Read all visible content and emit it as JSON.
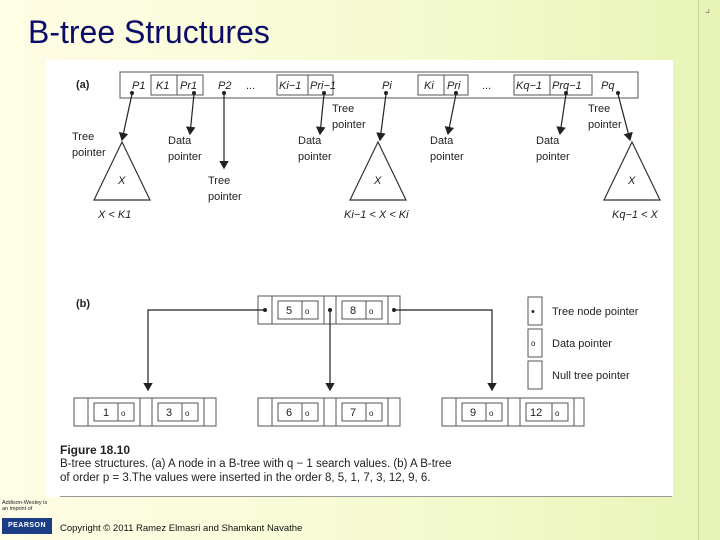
{
  "slide": {
    "title": "B-tree Structures",
    "copyright": "Copyright © 2011 Ramez Elmasri and Shamkant Navathe",
    "publisher_logo_text": "Addison-Wesley is an imprint of",
    "publisher_brand": "PEARSON"
  },
  "figure": {
    "part_a_label": "(a)",
    "part_b_label": "(b)",
    "node_a_fields": [
      "P1",
      "K1",
      "Pr1",
      "P2",
      "...",
      "Ki−1",
      "Pri−1",
      "Pi",
      "Ki",
      "Pri",
      "...",
      "Kq−1",
      "Prq−1",
      "Pq"
    ],
    "annotations": {
      "tree_pointer": [
        "Tree",
        "pointer"
      ],
      "data_pointer": [
        "Data",
        "pointer"
      ]
    },
    "subtrees": [
      {
        "symbol": "X",
        "condition": "X < K1"
      },
      {
        "symbol": "X",
        "condition": "Ki−1 < X < Ki"
      },
      {
        "symbol": "X",
        "condition": "Kq−1 < X"
      }
    ],
    "tree_b": {
      "root_keys": [
        "5",
        "8"
      ],
      "leaves": [
        [
          "1",
          "3"
        ],
        [
          "6",
          "7"
        ],
        [
          "9",
          "12"
        ]
      ],
      "data_pointer_symbol": "o"
    },
    "legend": [
      {
        "symbol": "•",
        "label": "Tree node pointer"
      },
      {
        "symbol": "o",
        "label": "Data pointer"
      },
      {
        "symbol": "",
        "label": "Null tree pointer"
      }
    ],
    "caption": {
      "number": "Figure 18.10",
      "text_line1": "B-tree structures. (a) A node in a B-tree with q − 1 search values. (b) A B-tree",
      "text_line2": "of order p = 3.The values were inserted in the order 8, 5, 1, 7, 3, 12, 9, 6."
    }
  }
}
